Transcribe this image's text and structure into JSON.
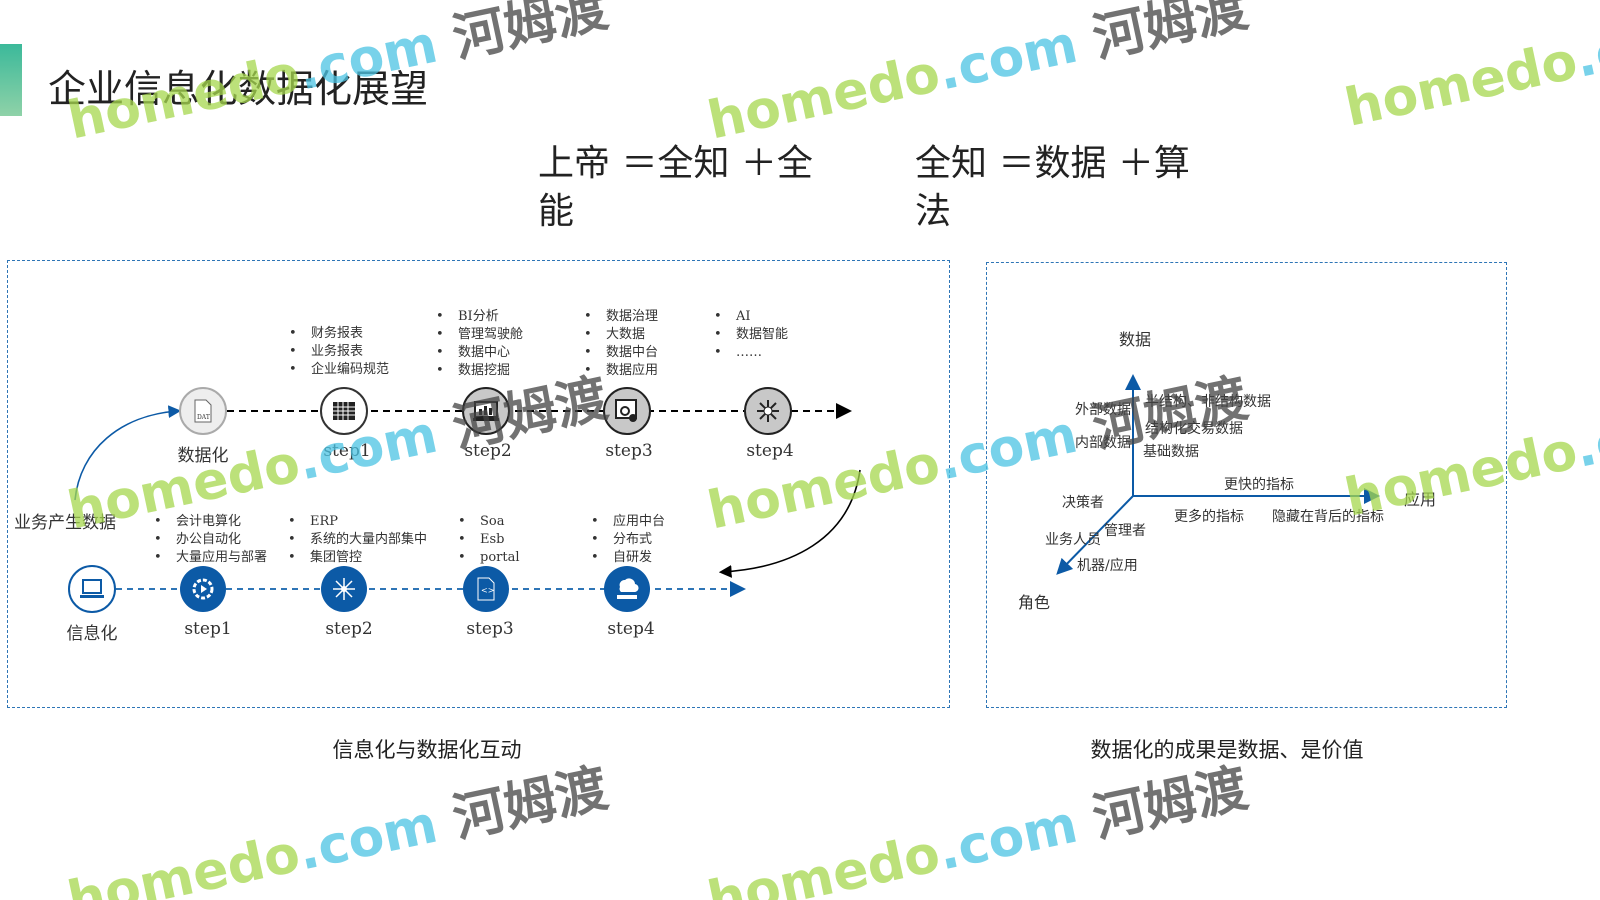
{
  "title": "企业信息化数据化展望",
  "formulas": [
    {
      "line1": "上帝 ＝全知 ＋全",
      "line2": "能"
    },
    {
      "line1": "全知 ＝数据 ＋算",
      "line2": "法"
    }
  ],
  "left_panel": {
    "caption": "信息化与数据化互动",
    "top_row": {
      "start_label": "数据化",
      "steps": [
        {
          "label": "step1",
          "icon": "spreadsheet-icon",
          "bullets": [
            "财务报表",
            "业务报表",
            "企业编码规范"
          ]
        },
        {
          "label": "step2",
          "icon": "dashboard-icon",
          "bullets": [
            "BI分析",
            "管理驾驶舱",
            "数据中心",
            "数据挖掘"
          ]
        },
        {
          "label": "step3",
          "icon": "data-gear-icon",
          "bullets": [
            "数据治理",
            "大数据",
            "数据中台",
            "数据应用"
          ]
        },
        {
          "label": "step4",
          "icon": "ai-network-icon",
          "bullets": [
            "AI",
            "数据智能",
            "……"
          ]
        }
      ]
    },
    "bottom_row": {
      "start_label": "信息化",
      "side_label": "业务产生数据",
      "steps": [
        {
          "label": "step1",
          "icon": "gear-play-icon",
          "bullets": [
            "会计电算化",
            "办公自动化",
            "大量应用与部署"
          ]
        },
        {
          "label": "step2",
          "icon": "hub-icon",
          "bullets": [
            "ERP",
            "系统的大量内部集中",
            "集团管控"
          ]
        },
        {
          "label": "step3",
          "icon": "code-file-icon",
          "bullets": [
            "Soa",
            "Esb",
            "portal"
          ]
        },
        {
          "label": "step4",
          "icon": "cloud-download-icon",
          "bullets": [
            "应用中台",
            "分布式",
            "自研发"
          ]
        }
      ]
    }
  },
  "right_panel": {
    "caption": "数据化的成果是数据、是价值",
    "axis_y": "数据",
    "axis_x": "应用",
    "axis_z": "角色",
    "y_left": [
      "外部数据",
      "内部数据"
    ],
    "y_right": [
      "半结构、非结构数据",
      "结构化交易数据",
      "基础数据"
    ],
    "x_labels": [
      "更快的指标",
      "更多的指标",
      "隐藏在背后的指标"
    ],
    "z_labels": [
      "决策者",
      "管理者",
      "业务人员",
      "机器/应用"
    ]
  },
  "watermark": {
    "brand": "homedo",
    "domain": ".com",
    "cn": "河姆渡"
  },
  "colors": {
    "accent_blue": "#0c5aa6",
    "dash_blue": "#2e75b6",
    "green": "#3bb99a"
  }
}
